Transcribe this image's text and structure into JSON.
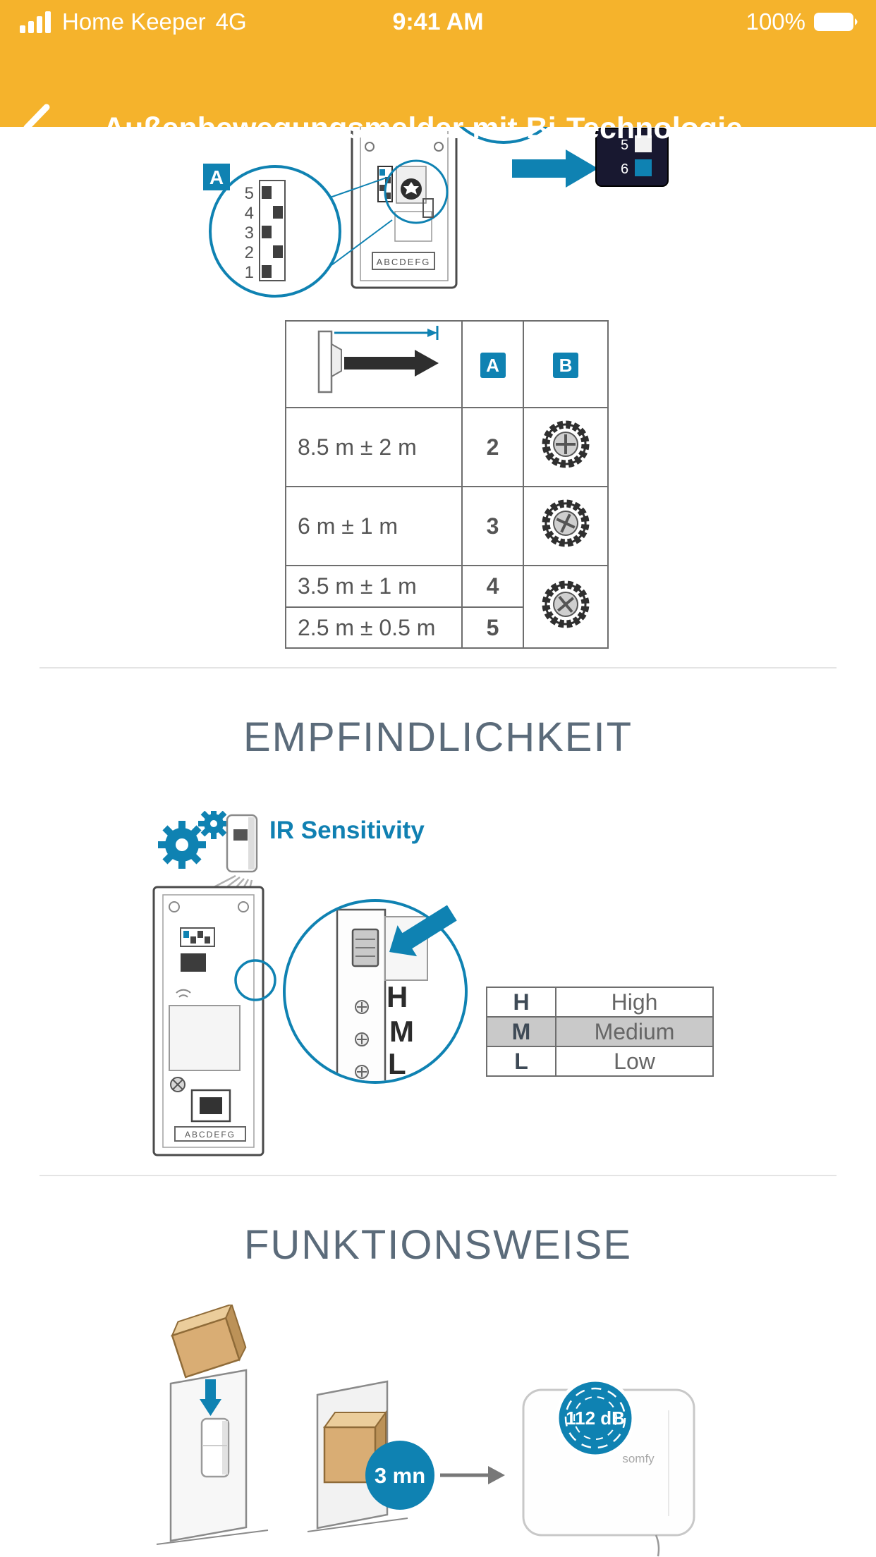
{
  "colors": {
    "header_bg": "#F5B32C",
    "accent_blue": "#0F82B2",
    "heading": "#5B6B7A",
    "row_highlight": "#C9C9C9"
  },
  "status_bar": {
    "carrier": "Home Keeper",
    "network": "4G",
    "time": "9:41 AM",
    "battery_percent": "100%"
  },
  "nav_bar": {
    "title": "Außenbewegungsmelder mit Bi-Technologie"
  },
  "top_diagram": {
    "callout_label": "A",
    "dip_numbers": [
      "5",
      "4",
      "3",
      "2",
      "1"
    ],
    "switch_block_numbers": [
      "5",
      "6"
    ],
    "connector_labels": "ABCDEFG"
  },
  "range_table": {
    "header_a": "A",
    "header_b": "B",
    "rows": [
      {
        "range": "8.5 m ± 2 m",
        "a": "2"
      },
      {
        "range": "6 m ± 1 m",
        "a": "3"
      },
      {
        "range": "3.5 m ± 1 m",
        "a": "4"
      },
      {
        "range": "2.5 m ± 0.5 m",
        "a": "5"
      }
    ]
  },
  "sensitivity_section": {
    "heading": "EMPFINDLICHKEIT",
    "diagram_label": "IR Sensitivity",
    "switch_letters": {
      "h": "H",
      "m": "M",
      "l": "L"
    },
    "table_rows": [
      {
        "key": "H",
        "value": "High",
        "highlighted": false
      },
      {
        "key": "M",
        "value": "Medium",
        "highlighted": true
      },
      {
        "key": "L",
        "value": "Low",
        "highlighted": false
      }
    ]
  },
  "operation_section": {
    "heading": "FUNKTIONSWEISE",
    "timer_label": "3 mn",
    "alarm_level": "112 dB",
    "brand": "somfy"
  }
}
